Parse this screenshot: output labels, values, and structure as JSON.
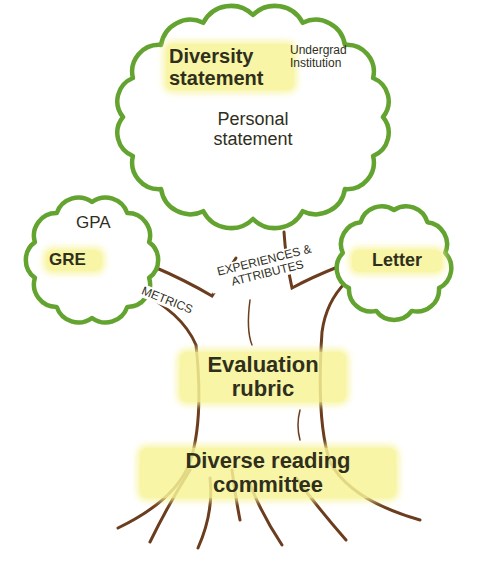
{
  "diagram": {
    "nodes": [
      {
        "text": [
          "Diversity statement",
          "Undergrad Institution",
          "Personal statement"
        ]
      },
      {
        "text": [
          "GPA",
          "GRE"
        ]
      },
      {
        "text": [
          "Letter"
        ]
      }
    ],
    "labels": [
      "EXPERIENCES & ATTRIBUTES",
      "METRICS",
      "Evaluation rubric",
      "Diverse reading committee"
    ]
  }
}
